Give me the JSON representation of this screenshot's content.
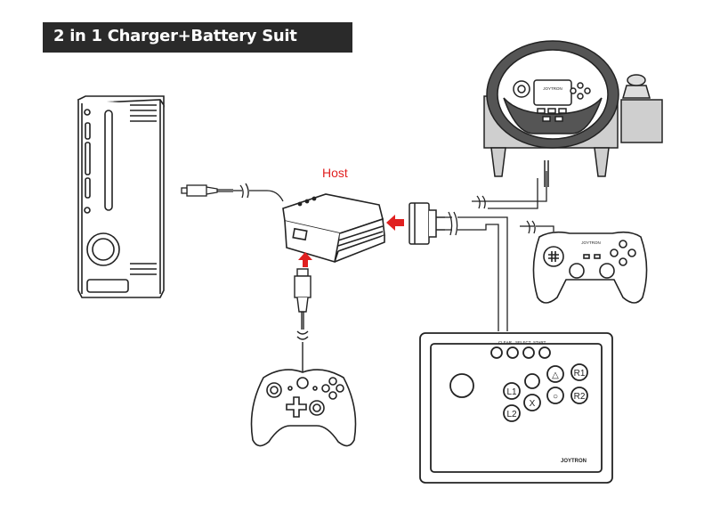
{
  "banner": {
    "title": "2 in 1 Charger+Battery Suit",
    "bg_color": "#2a2a2a"
  },
  "adapter": {
    "label": "Host",
    "label_color": "#e02020"
  },
  "arrow_color": "#e02020",
  "steering_wheel": {
    "brand": "JOYTRON"
  },
  "ps_controller": {
    "brand": "JOYTRON"
  },
  "arcade_stick": {
    "top_buttons": [
      "CLEAR",
      "SELECT",
      "START"
    ],
    "face_buttons": [
      "△",
      "R1",
      "L1",
      "○",
      "R2",
      "X",
      "L2"
    ],
    "brand": "JOYTRON"
  },
  "icons": {
    "console": "xbox-360-console-icon",
    "usb_plug": "usb-plug-icon",
    "wheel": "steering-wheel-icon",
    "gamepad_ps": "playstation-gamepad-icon",
    "gamepad_xbox": "xbox-gamepad-icon",
    "arcade": "arcade-stick-icon",
    "arrow": "red-arrow-icon"
  }
}
